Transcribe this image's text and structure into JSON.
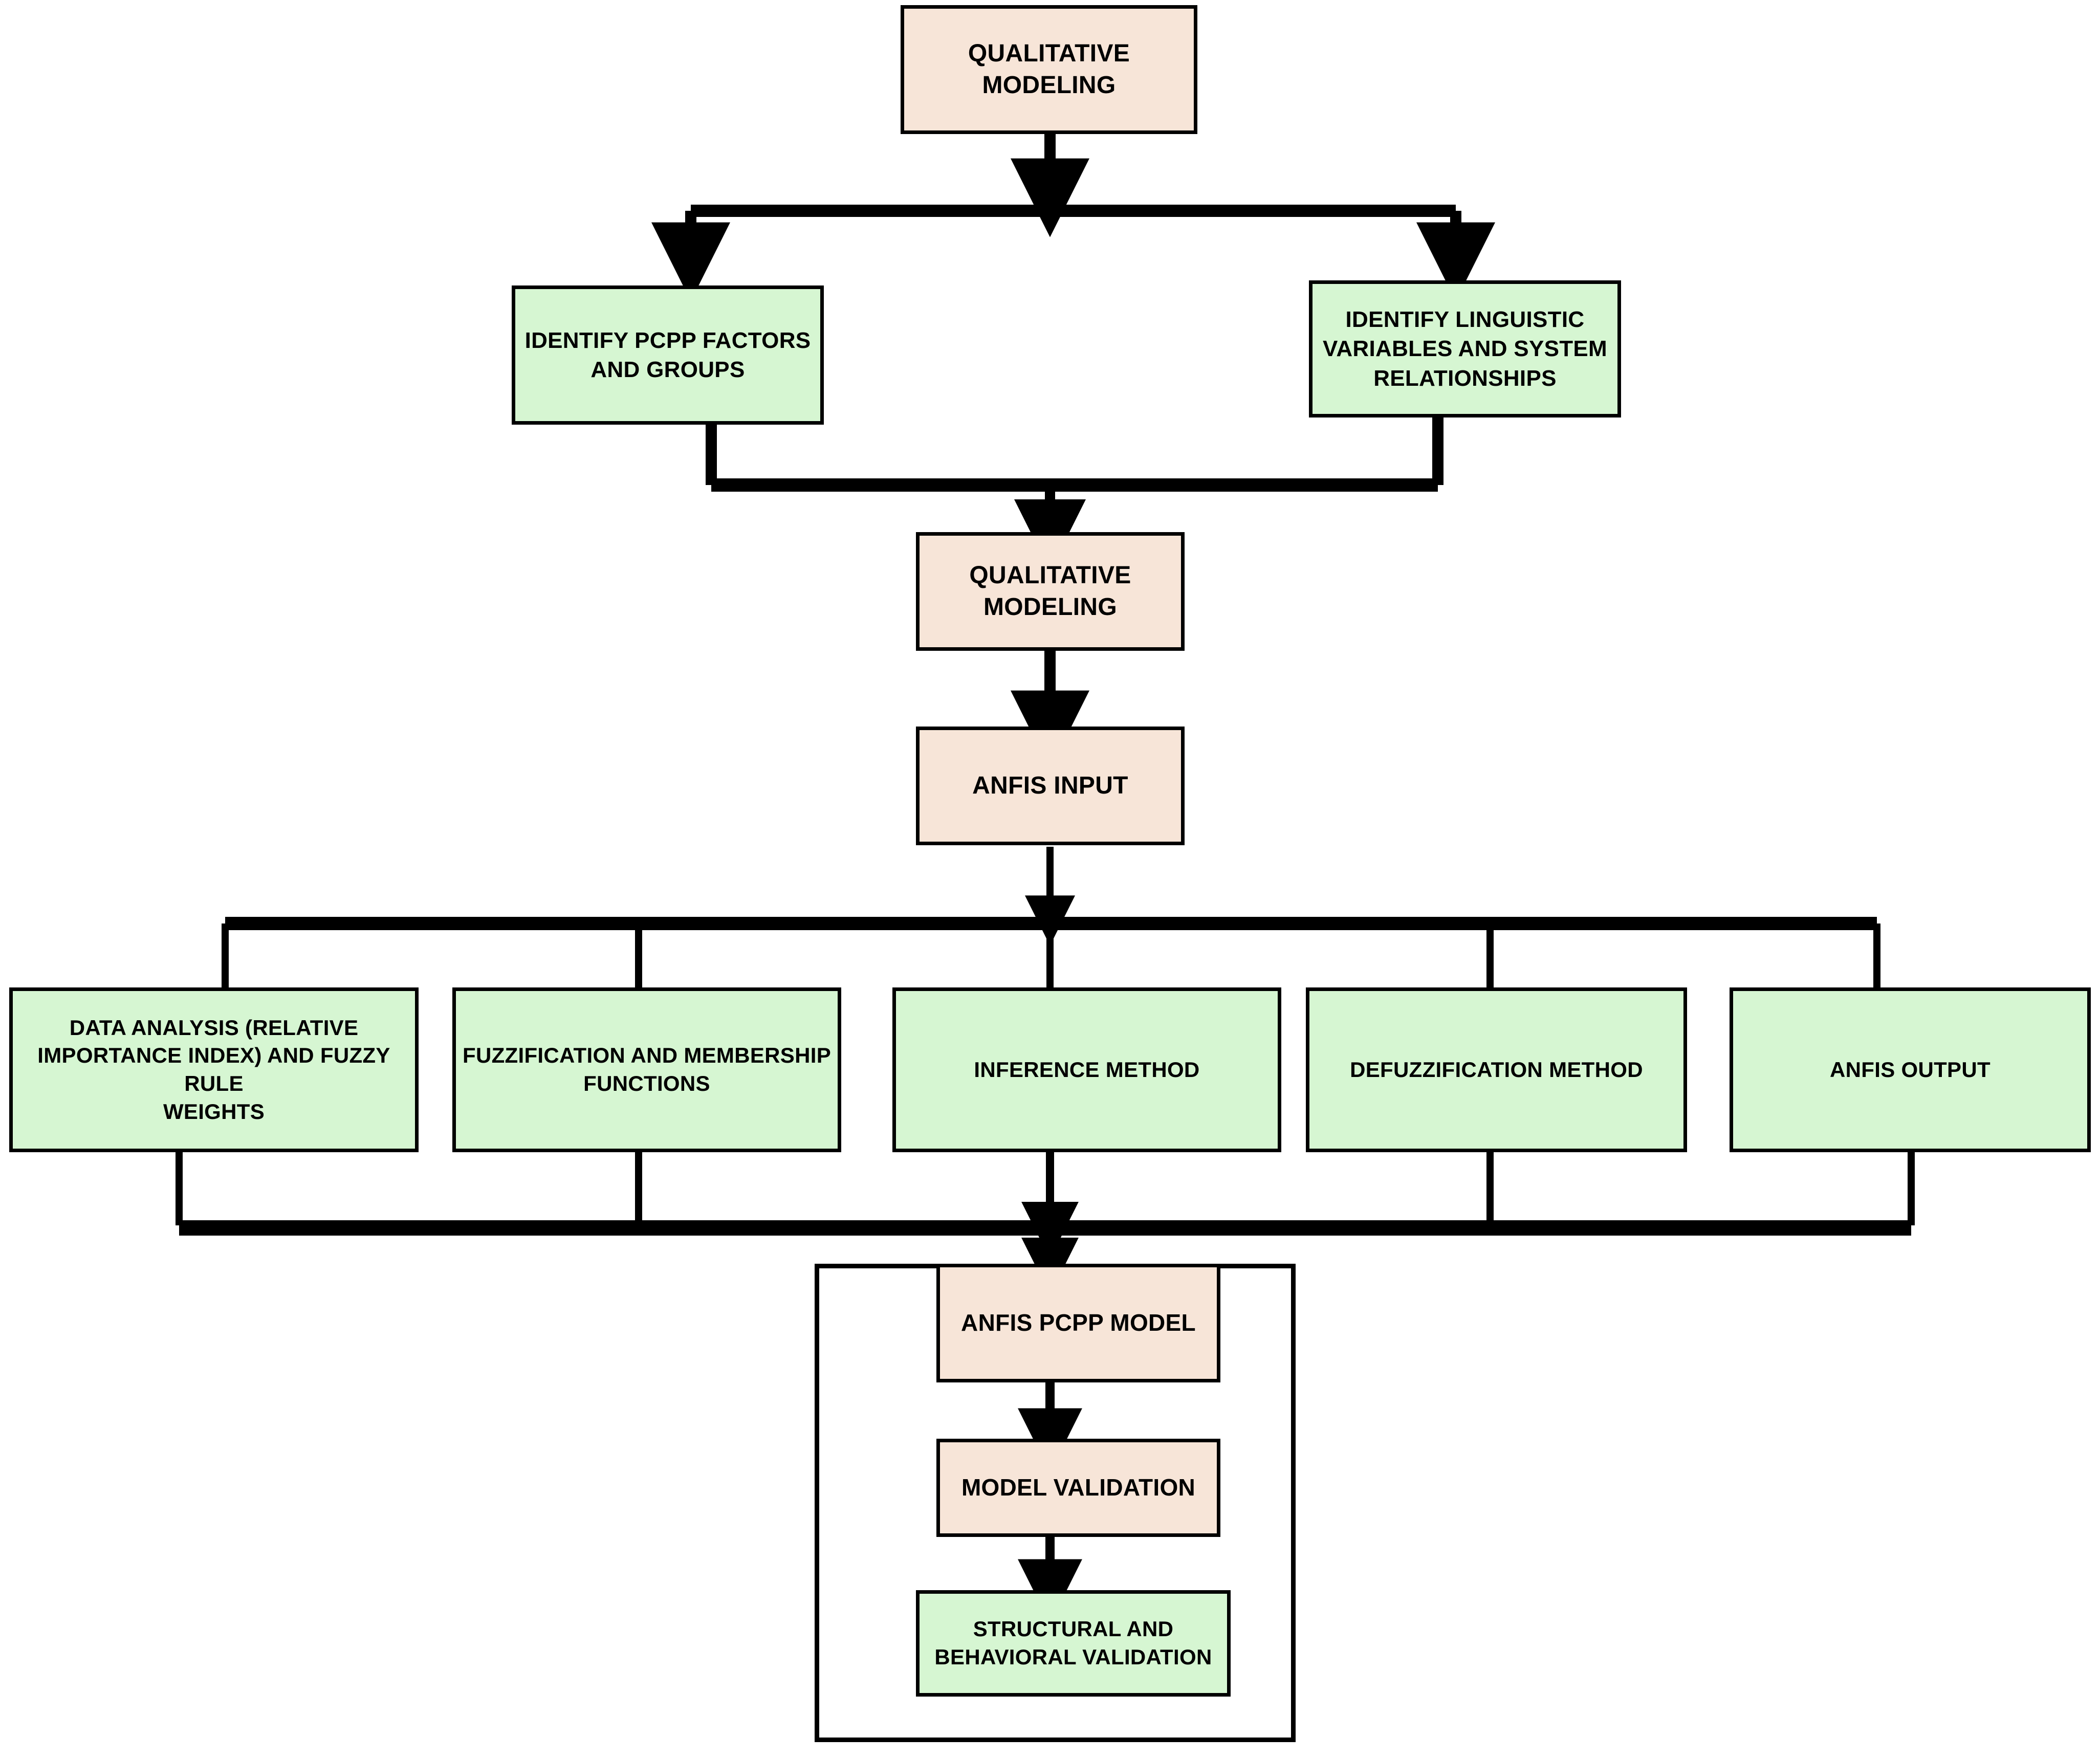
{
  "diagram": {
    "title": "ANFIS PCPP Qualitative Modeling Flowchart",
    "colors": {
      "peach": "#f7e5d8",
      "green": "#d6f6d2",
      "stroke": "#000000",
      "background": "#ffffff"
    },
    "nodes": {
      "qualitative_modeling_top": "QUALITATIVE\nMODELING",
      "identify_pcpp_factors": "IDENTIFY PCPP FACTORS\nAND GROUPS",
      "identify_linguistic_variables": "IDENTIFY LINGUISTIC\nVARIABLES AND SYSTEM\nRELATIONSHIPS",
      "qualitative_modeling_second": "QUALITATIVE\nMODELING",
      "anfis_input": "ANFIS INPUT",
      "data_analysis": "DATA ANALYSIS (RELATIVE\nIMPORTANCE INDEX) AND FUZZY RULE\nWEIGHTS",
      "fuzzification": "FUZZIFICATION AND MEMBERSHIP\nFUNCTIONS",
      "inference_method": "INFERENCE METHOD",
      "defuzzification_method": "DEFUZZIFICATION METHOD",
      "anfis_output": "ANFIS OUTPUT",
      "anfis_pcpp_model": "ANFIS PCPP MODEL",
      "model_validation": "MODEL VALIDATION",
      "structural_behavioral_validation": "STRUCTURAL AND\nBEHAVIORAL VALIDATION"
    },
    "flow_edges": [
      {
        "from": "qualitative_modeling_top",
        "to": "identify_pcpp_factors",
        "style": "split-bar-arrow"
      },
      {
        "from": "qualitative_modeling_top",
        "to": "identify_linguistic_variables",
        "style": "split-bar-arrow"
      },
      {
        "from": "identify_pcpp_factors",
        "to": "qualitative_modeling_second",
        "style": "merge-bar-arrow"
      },
      {
        "from": "identify_linguistic_variables",
        "to": "qualitative_modeling_second",
        "style": "merge-bar-arrow"
      },
      {
        "from": "qualitative_modeling_second",
        "to": "anfis_input",
        "style": "arrow"
      },
      {
        "from": "anfis_input",
        "to": "data_analysis",
        "style": "split-bar"
      },
      {
        "from": "anfis_input",
        "to": "fuzzification",
        "style": "split-bar"
      },
      {
        "from": "anfis_input",
        "to": "inference_method",
        "style": "split-bar"
      },
      {
        "from": "anfis_input",
        "to": "defuzzification_method",
        "style": "split-bar"
      },
      {
        "from": "anfis_input",
        "to": "anfis_output",
        "style": "split-bar"
      },
      {
        "from": "data_analysis",
        "to": "anfis_pcpp_model",
        "style": "merge-bar-arrow"
      },
      {
        "from": "fuzzification",
        "to": "anfis_pcpp_model",
        "style": "merge-bar-arrow"
      },
      {
        "from": "inference_method",
        "to": "anfis_pcpp_model",
        "style": "merge-bar-arrow"
      },
      {
        "from": "defuzzification_method",
        "to": "anfis_pcpp_model",
        "style": "merge-bar-arrow"
      },
      {
        "from": "anfis_output",
        "to": "anfis_pcpp_model",
        "style": "merge-bar-arrow"
      },
      {
        "from": "anfis_pcpp_model",
        "to": "model_validation",
        "style": "arrow"
      },
      {
        "from": "model_validation",
        "to": "structural_behavioral_validation",
        "style": "arrow"
      }
    ],
    "group_frame_label": "validation-group"
  }
}
